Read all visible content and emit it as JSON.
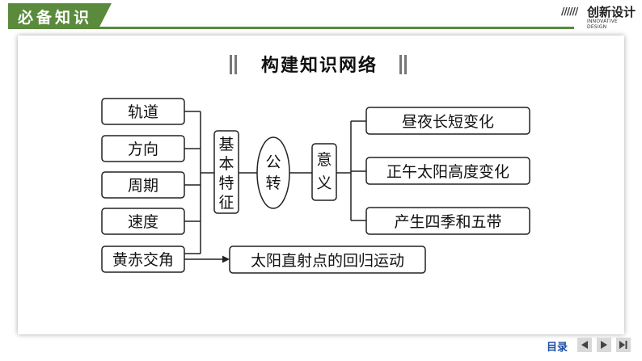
{
  "header": {
    "title": "必备知识",
    "brand_slashes": "//////",
    "brand_cn": "创新设计",
    "brand_en": "INNOVATIVE DESIGN"
  },
  "diagram": {
    "title": "构建知识网络",
    "left_items": [
      "轨道",
      "方向",
      "周期",
      "速度",
      "黄赤交角"
    ],
    "basic_features": [
      "基",
      "本",
      "特",
      "征"
    ],
    "revolution": [
      "公",
      "转"
    ],
    "meaning": [
      "意",
      "义"
    ],
    "right_items": [
      "昼夜长短变化",
      "正午太阳高度变化",
      "产生四季和五带"
    ],
    "bottom_result": "太阳直射点的回归运动"
  },
  "footer": {
    "menu_label": "目录",
    "icons": [
      "prev-arrow-icon",
      "next-arrow-icon",
      "end-arrow-icon"
    ]
  },
  "colors": {
    "accent": "#5a8a3c",
    "link": "#1a4fa8"
  }
}
